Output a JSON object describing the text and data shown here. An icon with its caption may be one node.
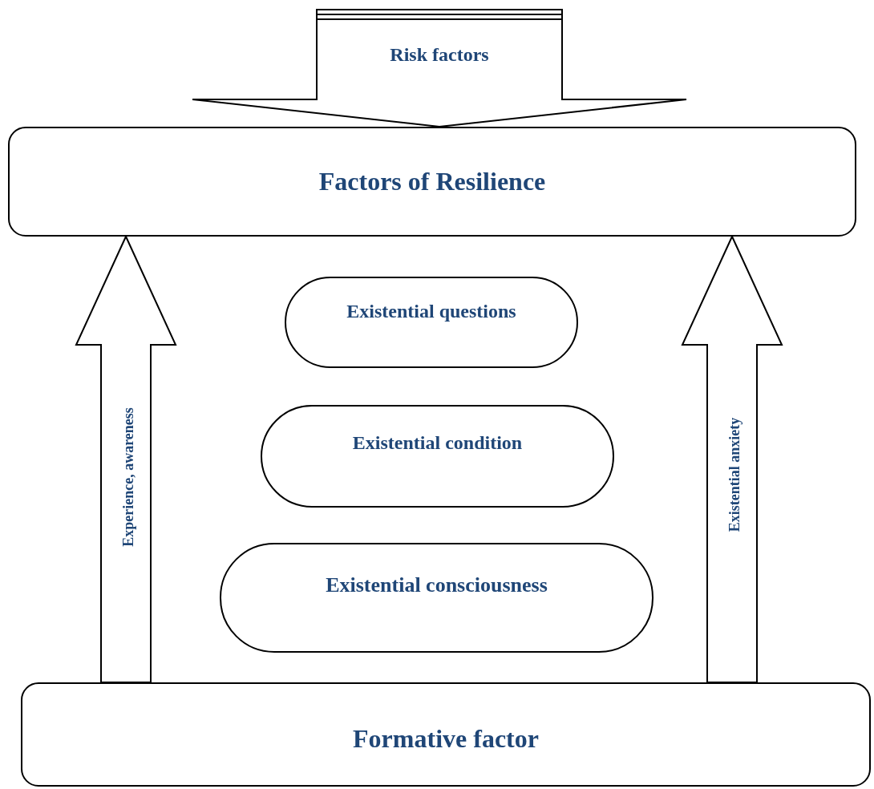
{
  "diagram": {
    "nodes": [
      {
        "text": [
          "Factors of Resilience"
        ]
      },
      {
        "text": [
          "Existential questions"
        ]
      },
      {
        "text": [
          "Existential condition"
        ]
      },
      {
        "text": [
          "Existential consciousness"
        ]
      },
      {
        "text": [
          "Formative factor"
        ]
      }
    ],
    "edges": [
      {
        "from": null,
        "to": 0,
        "arrow": "to",
        "label": "Risk factors",
        "style": "thick"
      },
      {
        "from": 4,
        "to": 0,
        "arrow": "to",
        "label": "Experience, awareness",
        "style": "thick"
      },
      {
        "from": 4,
        "to": 0,
        "arrow": "to",
        "label": "Existential anxiety",
        "style": "thick"
      }
    ]
  }
}
